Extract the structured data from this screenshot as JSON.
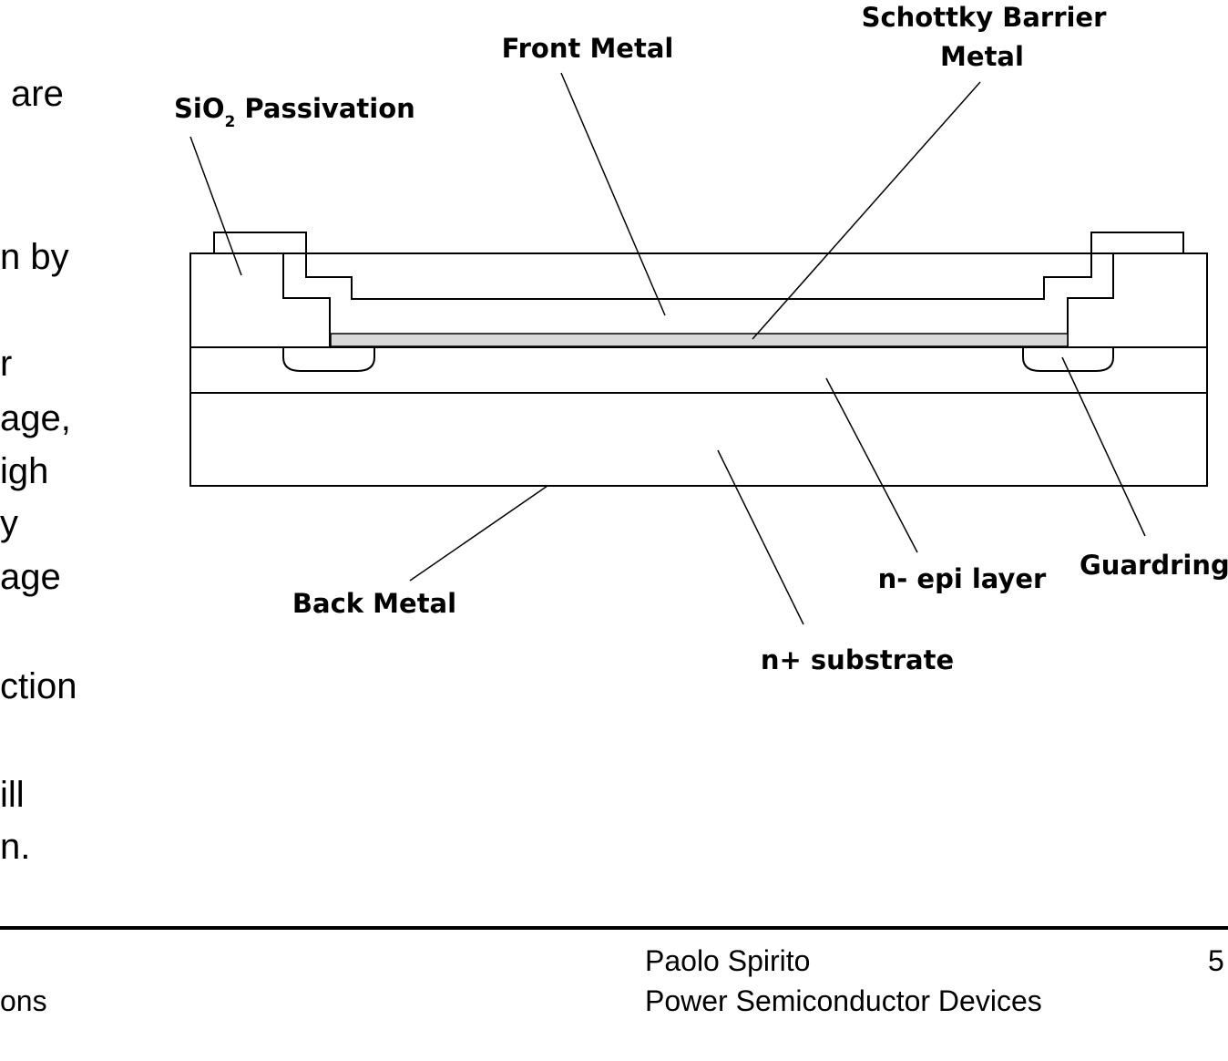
{
  "slide_text_fragments": [
    "are",
    "n by",
    "r",
    "age,",
    "igh",
    "y",
    "age",
    "ction",
    "ill",
    "n."
  ],
  "diagram": {
    "labels": {
      "schottky_line1": "Schottky Barrier",
      "schottky_line2": "Metal",
      "front_metal": "Front Metal",
      "sio2_prefix": "SiO",
      "sio2_subscript": "2",
      "sio2_suffix": " Passivation",
      "back_metal": "Back Metal",
      "n_substrate": "n+ substrate",
      "n_epi": "n- epi layer",
      "guardring": "Guardring"
    },
    "colors": {
      "line": "#000000",
      "schottky_layer": "#d9d9d9"
    }
  },
  "footer": {
    "left_fragment": "ons",
    "author": "Paolo Spirito",
    "course": "Power Semiconductor Devices",
    "page_number": "5"
  }
}
